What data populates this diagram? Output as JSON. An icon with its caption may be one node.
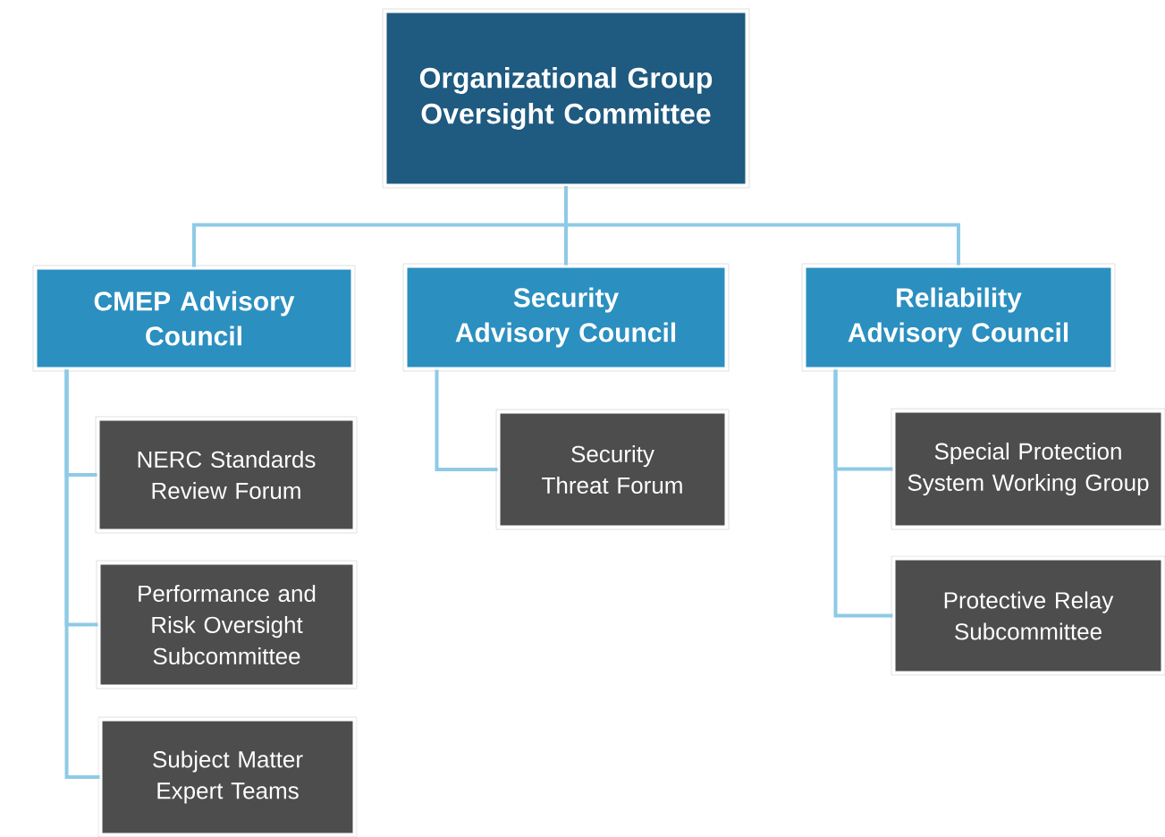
{
  "diagram": {
    "nodes": [
      {
        "text": [
          "Organizational Group Oversight Committee"
        ]
      },
      {
        "text": [
          "CMEP Advisory Council"
        ]
      },
      {
        "text": [
          "Security Advisory Council"
        ]
      },
      {
        "text": [
          "Reliability Advisory Council"
        ]
      },
      {
        "text": [
          "NERC Standards Review Forum"
        ]
      },
      {
        "text": [
          "Performance and Risk Oversight Subcommittee"
        ]
      },
      {
        "text": [
          "Subject Matter Expert Teams"
        ]
      },
      {
        "text": [
          "Security Threat Forum"
        ]
      },
      {
        "text": [
          "Special Protection System Working Group"
        ]
      },
      {
        "text": [
          "Protective Relay Subcommittee"
        ]
      }
    ],
    "edges": [
      {
        "from": 0,
        "to": 1,
        "arrow": "none"
      },
      {
        "from": 0,
        "to": 2,
        "arrow": "none"
      },
      {
        "from": 0,
        "to": 3,
        "arrow": "none"
      },
      {
        "from": 1,
        "to": 4,
        "arrow": "none"
      },
      {
        "from": 1,
        "to": 5,
        "arrow": "none"
      },
      {
        "from": 1,
        "to": 6,
        "arrow": "none"
      },
      {
        "from": 2,
        "to": 7,
        "arrow": "none"
      },
      {
        "from": 3,
        "to": 8,
        "arrow": "none"
      },
      {
        "from": 3,
        "to": 9,
        "arrow": "none"
      }
    ]
  }
}
